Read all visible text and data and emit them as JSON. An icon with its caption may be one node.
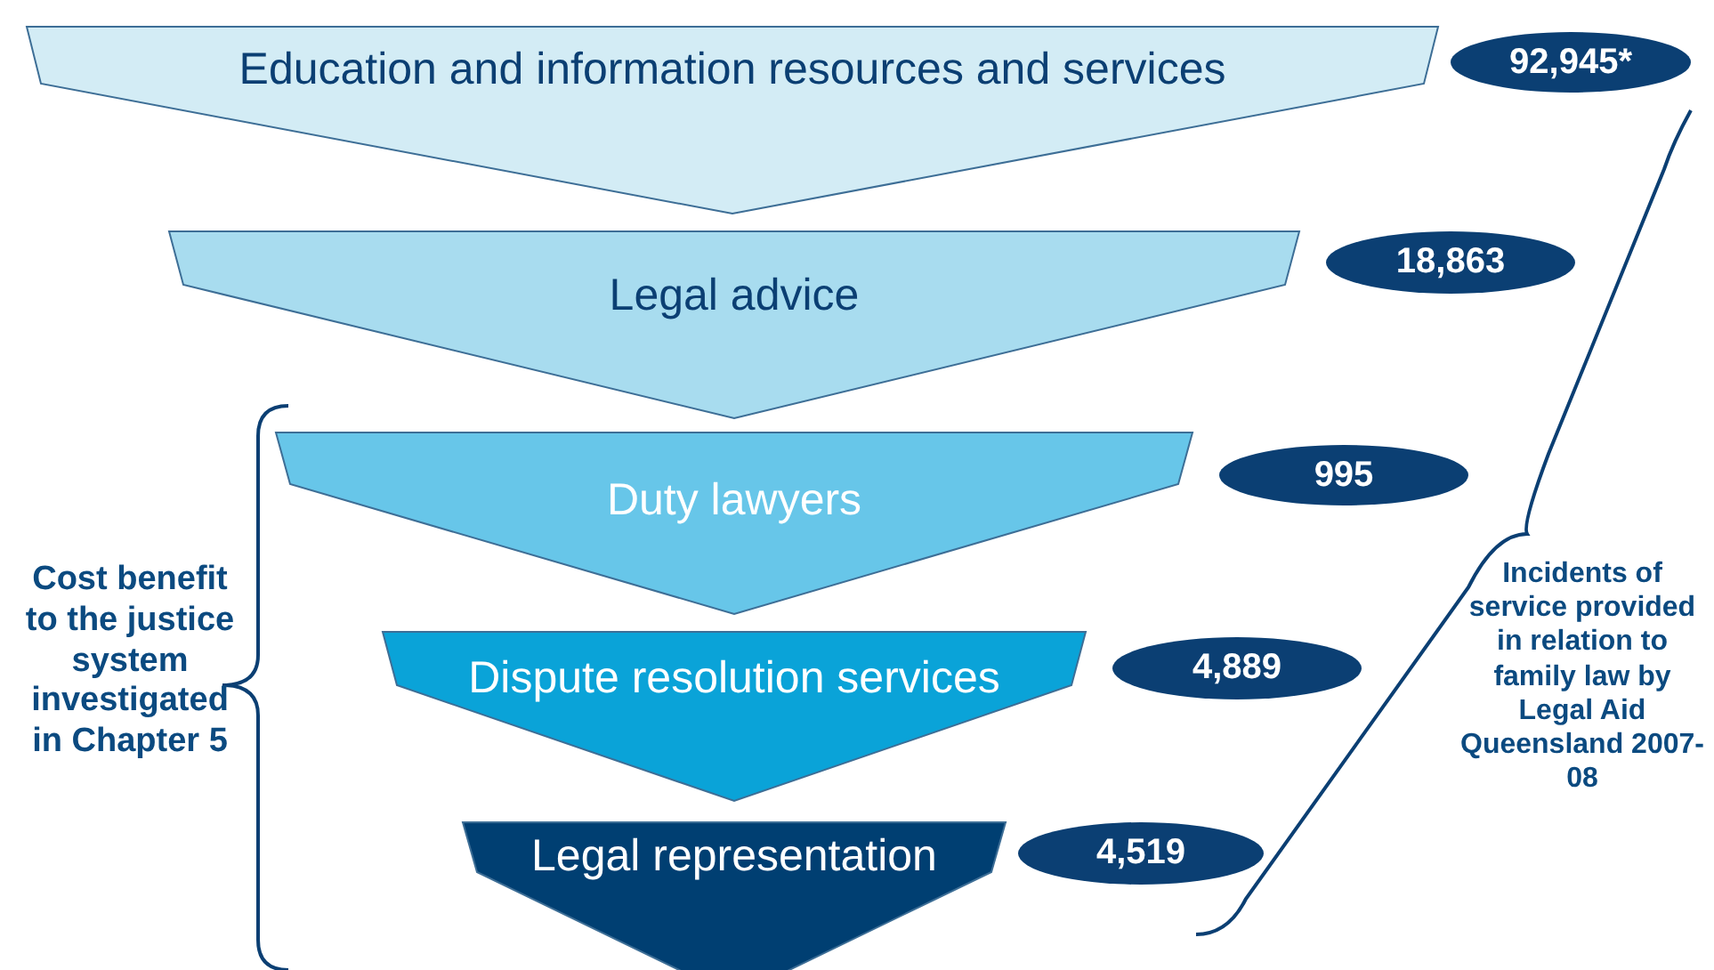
{
  "diagram": {
    "nodes": [
      {
        "text": [
          "Education and information resources and services"
        ]
      },
      {
        "text": [
          "Legal advice"
        ]
      },
      {
        "text": [
          "Duty lawyers"
        ]
      },
      {
        "text": [
          "Dispute resolution services"
        ]
      },
      {
        "text": [
          "Legal representation"
        ]
      },
      {
        "text": [
          "92,945*"
        ]
      },
      {
        "text": [
          "18,863"
        ]
      },
      {
        "text": [
          "995"
        ]
      },
      {
        "text": [
          "4,889"
        ]
      },
      {
        "text": [
          "4,519"
        ]
      }
    ],
    "edges": [],
    "labels": [
      "Cost benefit to the justice system investigated in Chapter 5",
      "Incidents of service provided in relation to family law by Legal Aid Queensland 2007- 08"
    ]
  }
}
